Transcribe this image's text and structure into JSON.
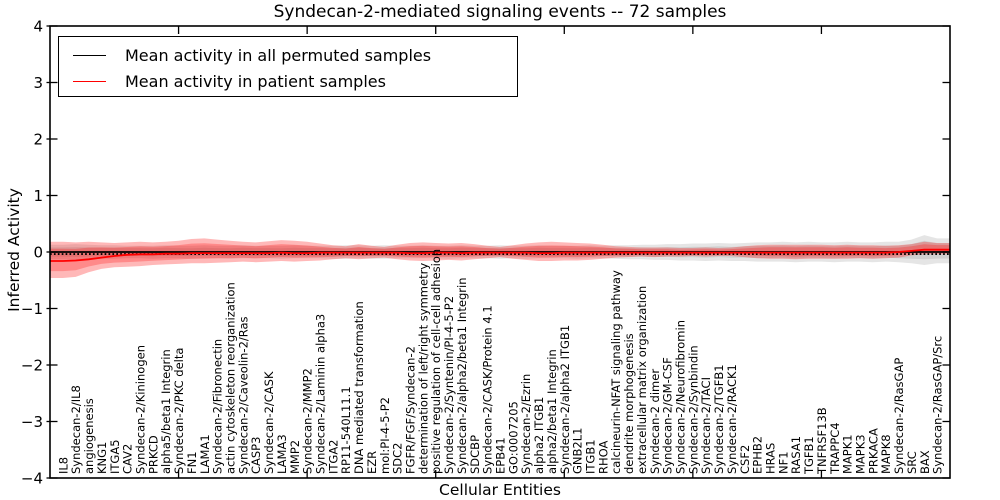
{
  "chart_data": {
    "type": "line",
    "title": "Syndecan-2-mediated signaling events -- 72 samples",
    "xlabel": "Cellular Entities",
    "ylabel": "Inferred Activity",
    "ylim": [
      -4,
      4
    ],
    "yticks": [
      -4,
      -3,
      -2,
      -1,
      0,
      1,
      2,
      3,
      4
    ],
    "grid": false,
    "legend": {
      "position": "upper left",
      "entries": [
        {
          "label": "Mean activity in all permuted samples",
          "color": "#000000"
        },
        {
          "label": "Mean activity in patient samples",
          "color": "#ff0000"
        }
      ]
    },
    "categories": [
      "IL8",
      "Syndecan-2/IL8",
      "angiogenesis",
      "KNG1",
      "ITGA5",
      "CAV2",
      "Syndecan-2/Kininogen",
      "PRKCD",
      "alpha5/beta1 Integrin",
      "Syndecan-2/PKC delta",
      "FN1",
      "LAMA1",
      "Syndecan-2/Fibronectin",
      "actin cytoskeleton reorganization",
      "Syndecan-2/Caveolin-2/Ras",
      "CASP3",
      "Syndecan-2/CASK",
      "LAMA3",
      "MMP2",
      "Syndecan-2/MMP2",
      "Syndecan-2/Laminin alpha3",
      "ITGA2",
      "RP11-540L11.1",
      "DNA mediated transformation",
      "EZR",
      "mol:PI-4-5-P2",
      "SDC2",
      "FGFR/FGF/Syndecan-2",
      "determination of left/right symmetry",
      "positive regulation of cell-cell adhesion",
      "Syndecan-2/Syntenin/PI-4-5-P2",
      "Syndecan-2/alpha2/beta1 Integrin",
      "SDCBP",
      "Syndecan-2/CASK/Protein 4.1",
      "EPB41",
      "GO:0007205",
      "Syndecan-2/Ezrin",
      "alpha2 ITGB1",
      "alpha2/beta1 Integrin",
      "Syndecan-2/alpha2 ITGB1",
      "GNB2L1",
      "ITGB1",
      "RHOA",
      "calcineurin-NFAT signaling pathway",
      "dendrite morphogenesis",
      "extracellular matrix organization",
      "Syndecan-2 dimer",
      "Syndecan-2/GM-CSF",
      "Syndecan-2/Neurofibromin",
      "Syndecan-2/Synbindin",
      "Syndecan-2/TACI",
      "Syndecan-2/TGFB1",
      "Syndecan-2/RACK1",
      "CSF2",
      "EPHB2",
      "HRAS",
      "NF1",
      "RASA1",
      "TGFB1",
      "TNFRSF13B",
      "TRAPPC4",
      "MAPK1",
      "MAPK3",
      "PRKACA",
      "MAPK8",
      "Syndecan-2/RasGAP",
      "SRC",
      "BAX",
      "Syndecan-2/RasGAP/Src"
    ],
    "series": [
      {
        "name": "Mean activity in all permuted samples",
        "color": "#000000",
        "style": "solid",
        "values": [
          0,
          0,
          0,
          0,
          0,
          0,
          0,
          0,
          0,
          0,
          0,
          0,
          0,
          0,
          0,
          0,
          0,
          0,
          0,
          0,
          0,
          0,
          0,
          0,
          0,
          0,
          0,
          0,
          0,
          0,
          0,
          0,
          0,
          0,
          0,
          0,
          0,
          0,
          0,
          0,
          0,
          0,
          0,
          0,
          0,
          0,
          0,
          0,
          0,
          0,
          0,
          0,
          0,
          0,
          0,
          0,
          0,
          0,
          0,
          0,
          0,
          0,
          0,
          0,
          0,
          0,
          0,
          0,
          0
        ]
      },
      {
        "name": "Mean activity in patient samples",
        "color": "#ff0000",
        "style": "solid",
        "values": [
          -0.16,
          -0.15,
          -0.13,
          -0.1,
          -0.07,
          -0.05,
          -0.04,
          -0.04,
          -0.03,
          -0.03,
          -0.02,
          -0.02,
          -0.02,
          -0.02,
          -0.02,
          -0.02,
          -0.02,
          -0.01,
          -0.02,
          -0.02,
          -0.01,
          -0.01,
          -0.01,
          -0.01,
          -0.01,
          -0.01,
          -0.01,
          -0.02,
          -0.02,
          -0.01,
          -0.01,
          -0.02,
          -0.01,
          -0.01,
          -0.01,
          -0.01,
          -0.01,
          -0.02,
          -0.02,
          -0.01,
          -0.01,
          -0.01,
          -0.01,
          -0.01,
          -0.01,
          -0.01,
          -0.01,
          -0.01,
          -0.01,
          -0.01,
          -0.01,
          -0.01,
          -0.01,
          -0.01,
          -0.01,
          -0.01,
          -0.01,
          -0.01,
          -0.01,
          -0.01,
          -0.01,
          -0.01,
          -0.01,
          -0.01,
          -0.01,
          0.0,
          0.02,
          0.04,
          0.04
        ]
      }
    ],
    "bands": [
      {
        "name": "permuted-sample-range",
        "color": "#000000",
        "opacity": 0.1,
        "upper": [
          0.13,
          0.14,
          0.13,
          0.12,
          0.12,
          0.11,
          0.11,
          0.11,
          0.12,
          0.11,
          0.11,
          0.12,
          0.11,
          0.11,
          0.12,
          0.11,
          0.11,
          0.11,
          0.12,
          0.11,
          0.11,
          0.11,
          0.12,
          0.12,
          0.11,
          0.12,
          0.11,
          0.11,
          0.12,
          0.11,
          0.11,
          0.12,
          0.11,
          0.11,
          0.12,
          0.11,
          0.11,
          0.12,
          0.11,
          0.11,
          0.11,
          0.12,
          0.11,
          0.12,
          0.12,
          0.13,
          0.13,
          0.14,
          0.14,
          0.15,
          0.15,
          0.16,
          0.15,
          0.16,
          0.17,
          0.17,
          0.18,
          0.17,
          0.18,
          0.17,
          0.17,
          0.18,
          0.17,
          0.17,
          0.18,
          0.18,
          0.22,
          0.3,
          0.24
        ],
        "lower": [
          -0.13,
          -0.14,
          -0.13,
          -0.12,
          -0.12,
          -0.11,
          -0.11,
          -0.12,
          -0.11,
          -0.11,
          -0.12,
          -0.11,
          -0.11,
          -0.12,
          -0.11,
          -0.11,
          -0.11,
          -0.12,
          -0.11,
          -0.11,
          -0.11,
          -0.12,
          -0.12,
          -0.11,
          -0.12,
          -0.12,
          -0.11,
          -0.11,
          -0.11,
          -0.11,
          -0.12,
          -0.11,
          -0.11,
          -0.11,
          -0.12,
          -0.11,
          -0.12,
          -0.11,
          -0.11,
          -0.11,
          -0.12,
          -0.11,
          -0.11,
          -0.12,
          -0.13,
          -0.13,
          -0.14,
          -0.14,
          -0.15,
          -0.15,
          -0.16,
          -0.15,
          -0.16,
          -0.16,
          -0.17,
          -0.17,
          -0.17,
          -0.18,
          -0.17,
          -0.17,
          -0.18,
          -0.17,
          -0.17,
          -0.18,
          -0.17,
          -0.18,
          -0.2,
          -0.23,
          -0.2
        ]
      },
      {
        "name": "patient-sample-range",
        "color": "#ff0000",
        "opacity": 0.28,
        "upper": [
          0.18,
          0.17,
          0.18,
          0.17,
          0.16,
          0.17,
          0.18,
          0.17,
          0.18,
          0.2,
          0.23,
          0.24,
          0.22,
          0.2,
          0.18,
          0.17,
          0.19,
          0.21,
          0.2,
          0.18,
          0.15,
          0.12,
          0.1,
          0.14,
          0.11,
          0.09,
          0.13,
          0.16,
          0.17,
          0.16,
          0.15,
          0.16,
          0.14,
          0.11,
          0.09,
          0.12,
          0.15,
          0.17,
          0.18,
          0.17,
          0.16,
          0.15,
          0.13,
          0.1,
          0.09,
          0.08,
          0.08,
          0.08,
          0.07,
          0.07,
          0.08,
          0.07,
          0.08,
          0.1,
          0.12,
          0.13,
          0.13,
          0.13,
          0.13,
          0.13,
          0.12,
          0.13,
          0.12,
          0.12,
          0.11,
          0.12,
          0.14,
          0.18,
          0.16
        ],
        "lower": [
          -0.46,
          -0.44,
          -0.36,
          -0.3,
          -0.27,
          -0.26,
          -0.25,
          -0.23,
          -0.22,
          -0.21,
          -0.2,
          -0.2,
          -0.19,
          -0.18,
          -0.17,
          -0.18,
          -0.17,
          -0.16,
          -0.17,
          -0.16,
          -0.15,
          -0.13,
          -0.11,
          -0.13,
          -0.11,
          -0.1,
          -0.13,
          -0.15,
          -0.16,
          -0.15,
          -0.14,
          -0.15,
          -0.13,
          -0.11,
          -0.09,
          -0.12,
          -0.14,
          -0.16,
          -0.16,
          -0.15,
          -0.15,
          -0.14,
          -0.12,
          -0.1,
          -0.09,
          -0.08,
          -0.09,
          -0.08,
          -0.08,
          -0.07,
          -0.08,
          -0.07,
          -0.07,
          -0.09,
          -0.11,
          -0.12,
          -0.12,
          -0.13,
          -0.12,
          -0.12,
          -0.12,
          -0.12,
          -0.11,
          -0.12,
          -0.11,
          -0.1,
          -0.06,
          -0.04,
          -0.04
        ]
      }
    ]
  }
}
